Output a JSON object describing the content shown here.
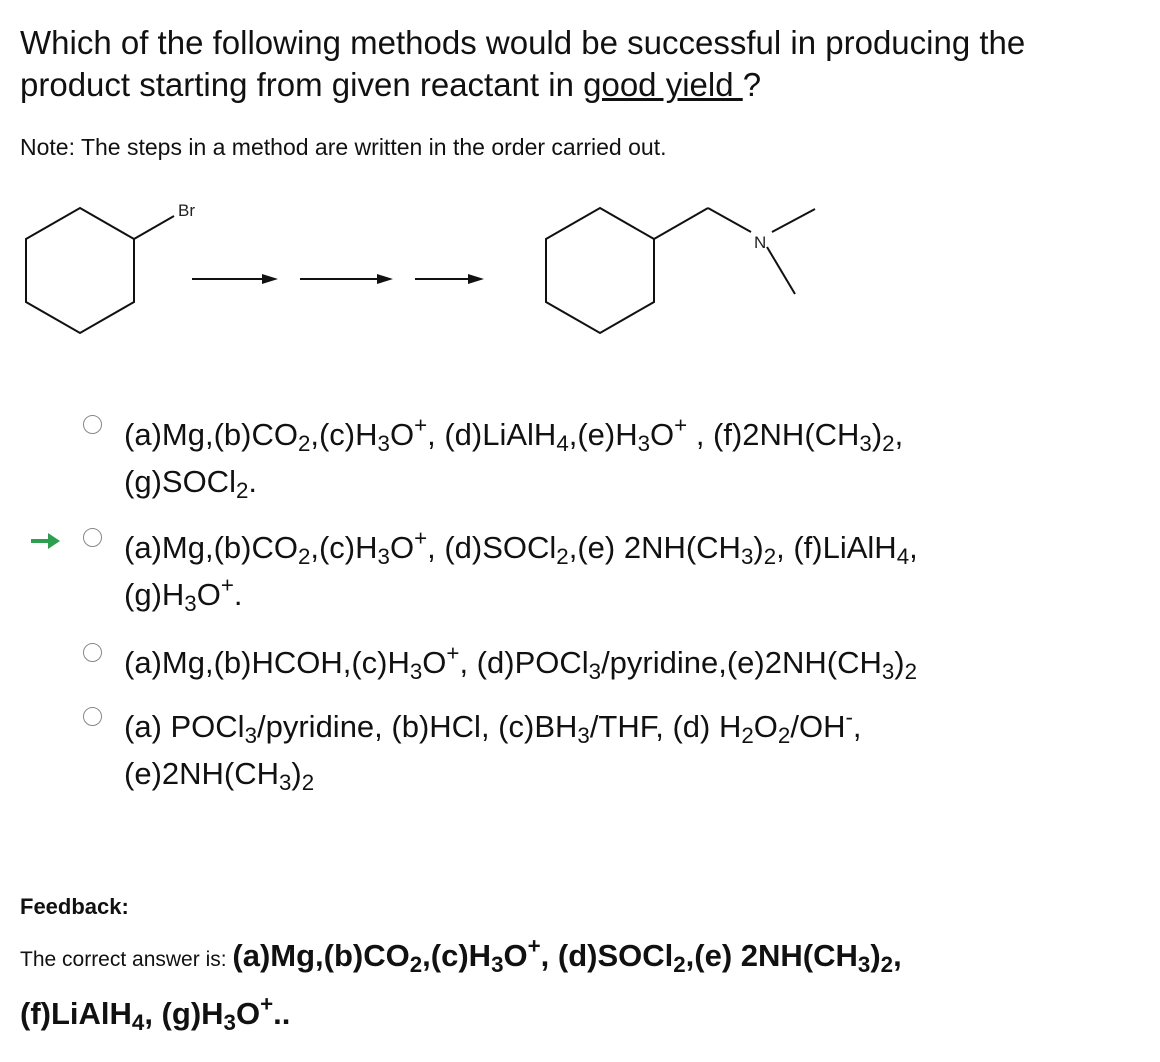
{
  "question": {
    "text_before": "Which of the following methods would be successful in producing the product starting from given reactant in ",
    "emphasis": "good yield ",
    "text_after": "?"
  },
  "note": "Note: The steps in a method are written in the order carried out.",
  "scheme": {
    "reactant_label": "Br",
    "product_label": "N"
  },
  "options": [
    {
      "selected": false,
      "html": "(a)Mg,(b)CO<sub>2</sub>,(c)H<sub>3</sub>O<sup>+</sup>, (d)LiAlH<sub>4</sub>,(e)H<sub>3</sub>O<sup>+</sup> , (f)2NH(CH<sub>3</sub>)<sub>2</sub>,<br>(g)SOCl<sub>2</sub>."
    },
    {
      "selected": true,
      "html": "(a)Mg,(b)CO<sub>2</sub>,(c)H<sub>3</sub>O<sup>+</sup>, (d)SOCl<sub>2</sub>,(e) 2NH(CH<sub>3</sub>)<sub>2</sub>, (f)LiAlH<sub>4</sub>,<br>(g)H<sub>3</sub>O<sup>+</sup>."
    },
    {
      "selected": false,
      "html": "(a)Mg,(b)HCOH,(c)H<sub>3</sub>O<sup>+</sup>, (d)POCl<sub>3</sub>/pyridine,(e)2NH(CH<sub>3</sub>)<sub>2</sub>"
    },
    {
      "selected": false,
      "html": "(a) POCl<sub>3</sub>/pyridine, (b)HCl, (c)BH<sub>3</sub>/THF, (d) H<sub>2</sub>O<sub>2</sub>/OH<sup>-</sup>,<br>(e)2NH(CH<sub>3</sub>)<sub>2</sub>"
    }
  ],
  "feedback": {
    "label": "Feedback:",
    "prefix": "The correct answer is: ",
    "answer_html": "(a)Mg,(b)CO<sub>2</sub>,(c)H<sub>3</sub>O<sup>+</sup>, (d)SOCl<sub>2</sub>,(e) 2NH(CH<sub>3</sub>)<sub>2</sub>,<br>(f)LiAlH<sub>4</sub>, (g)H<sub>3</sub>O<sup>+</sup>.."
  },
  "colors": {
    "arrow": "#2e9e4f",
    "radio_border": "#888888"
  }
}
